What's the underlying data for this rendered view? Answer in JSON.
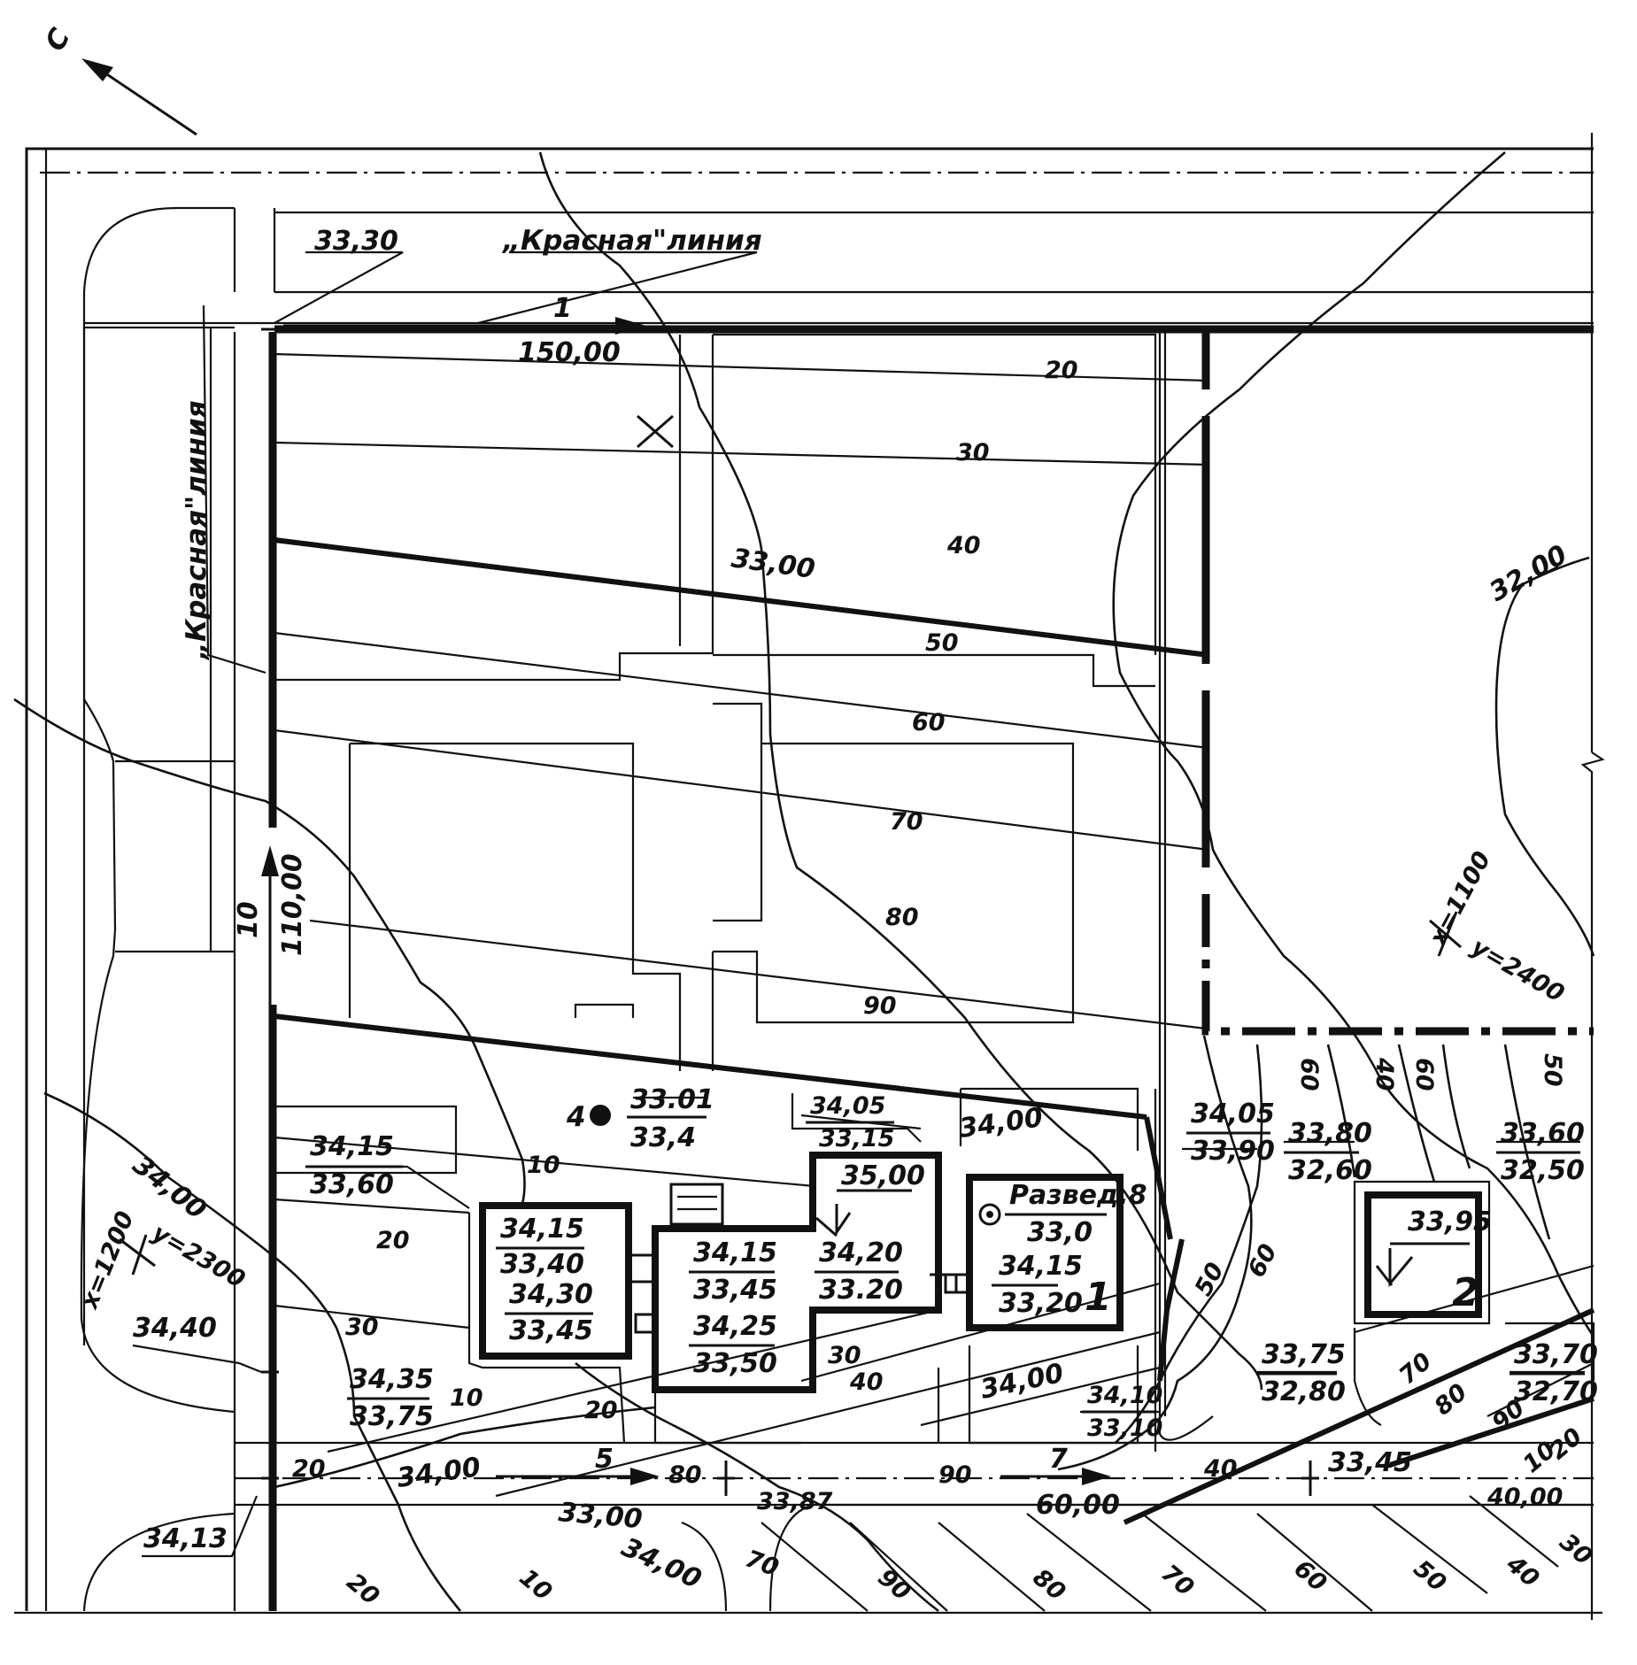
{
  "north_letter": "С",
  "red_line_label": "„Красная\"линия",
  "sides": {
    "north_num": "1",
    "north_len": "150,00",
    "west_num": "10",
    "west_len": "110,00",
    "south_num_a": "5",
    "south_num_b": "7",
    "south_len": "60,00"
  },
  "corner_elev": "33,30",
  "contours": [
    "33,00",
    "32,00",
    "34,00"
  ],
  "contour_ticks": [
    "20",
    "30",
    "40",
    "50",
    "60",
    "70",
    "80",
    "90",
    "10",
    "20",
    "30",
    "10",
    "20",
    "30",
    "40",
    "50",
    "60",
    "70",
    "80",
    "90",
    "10",
    "20",
    "30",
    "40",
    "50",
    "60",
    "70",
    "80",
    "90",
    "10",
    "20",
    "70",
    "80",
    "90",
    "60",
    "60",
    "50",
    "40",
    "30",
    "10",
    "20",
    "40",
    "50",
    "60",
    "70",
    "80",
    "90",
    "70",
    "80"
  ],
  "coords": {
    "ne_x": "x=1100",
    "ne_y": "y=2400",
    "sw_x": "x=1200",
    "sw_y": "y=2300"
  },
  "elevations": [
    {
      "top": "34,15",
      "bottom": "33,60"
    },
    {
      "top": "34,35",
      "bottom": "33,75"
    },
    {
      "top": "34,15",
      "bottom": "33,40"
    },
    {
      "top": "34,30",
      "bottom": "33,45"
    },
    {
      "top": "34,15",
      "bottom": "33,45"
    },
    {
      "top": "34,25",
      "bottom": "33,50"
    },
    {
      "top": "34,20",
      "bottom": "33.20"
    },
    {
      "top": "34,05",
      "bottom": "33,15"
    },
    {
      "top": "34,15",
      "bottom": "33,20"
    },
    {
      "top": "34,05",
      "bottom": "33,90"
    },
    {
      "top": "33,80",
      "bottom": "32,60"
    },
    {
      "top": "33,60",
      "bottom": "32,50"
    },
    {
      "top": "33,75",
      "bottom": "32,80"
    },
    {
      "top": "33,70",
      "bottom": "32,70"
    },
    {
      "top": "34,10",
      "bottom": "33,10"
    }
  ],
  "single_elev": [
    "34,40",
    "34,13",
    "35,00",
    "34,00",
    "34,00",
    "34,00",
    "34,00",
    "33,95",
    "33,87",
    "33,45",
    "33,00",
    "34,00",
    "40,00"
  ],
  "well": {
    "num": "4",
    "top": "33.01",
    "bottom": "33,4"
  },
  "borehole": {
    "label": "Развед.8",
    "elev": "33,0"
  },
  "building_numbers": [
    "1",
    "2"
  ]
}
